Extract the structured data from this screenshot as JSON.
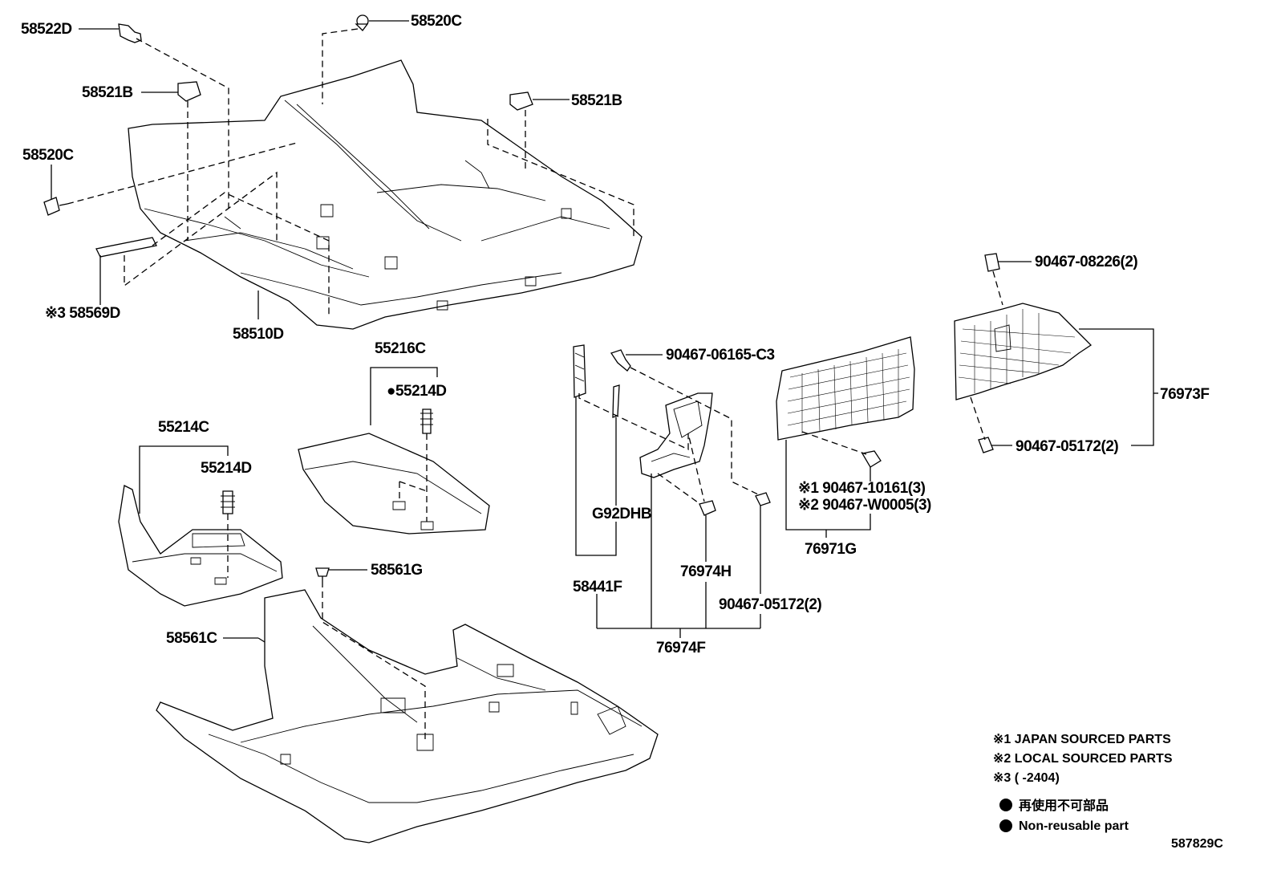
{
  "parts": [
    {
      "key": "p58522D",
      "text": "58522D"
    },
    {
      "key": "p58520C_top",
      "text": "58520C"
    },
    {
      "key": "p58521B_left",
      "text": "58521B"
    },
    {
      "key": "p58521B_right",
      "text": "58521B"
    },
    {
      "key": "p58520C_left",
      "text": "58520C"
    },
    {
      "key": "p58569D",
      "text": "※3 58569D"
    },
    {
      "key": "p58510D",
      "text": "58510D"
    },
    {
      "key": "p55216C",
      "text": "55216C"
    },
    {
      "key": "p55214D_top",
      "text": "●55214D"
    },
    {
      "key": "p55214C",
      "text": "55214C"
    },
    {
      "key": "p55214D_left",
      "text": "55214D"
    },
    {
      "key": "p58561G",
      "text": "58561G"
    },
    {
      "key": "p58561C",
      "text": "58561C"
    },
    {
      "key": "p90467_06165",
      "text": "90467-06165-C3"
    },
    {
      "key": "pG92DHB",
      "text": "G92DHB"
    },
    {
      "key": "p58441F",
      "text": "58441F"
    },
    {
      "key": "p76974H",
      "text": "76974H"
    },
    {
      "key": "p90467_05172_mid",
      "text": "90467-05172(2)"
    },
    {
      "key": "p76974F",
      "text": "76974F"
    },
    {
      "key": "p90467_10161",
      "text": "※1 90467-10161(3)"
    },
    {
      "key": "p90467_W0005",
      "text": "※2 90467-W0005(3)"
    },
    {
      "key": "p76971G",
      "text": "76971G"
    },
    {
      "key": "p90467_08226",
      "text": "90467-08226(2)"
    },
    {
      "key": "p76973F",
      "text": "76973F"
    },
    {
      "key": "p90467_05172_right",
      "text": "90467-05172(2)"
    }
  ],
  "notes": {
    "n1": "※1 JAPAN SOURCED PARTS",
    "n2": "※2 LOCAL SOURCED PARTS",
    "n3": "※3 (        -2404)",
    "nonreusable_jp": "再使用不可部品",
    "nonreusable_en": "Non-reusable part"
  },
  "figure_number": "587829C"
}
